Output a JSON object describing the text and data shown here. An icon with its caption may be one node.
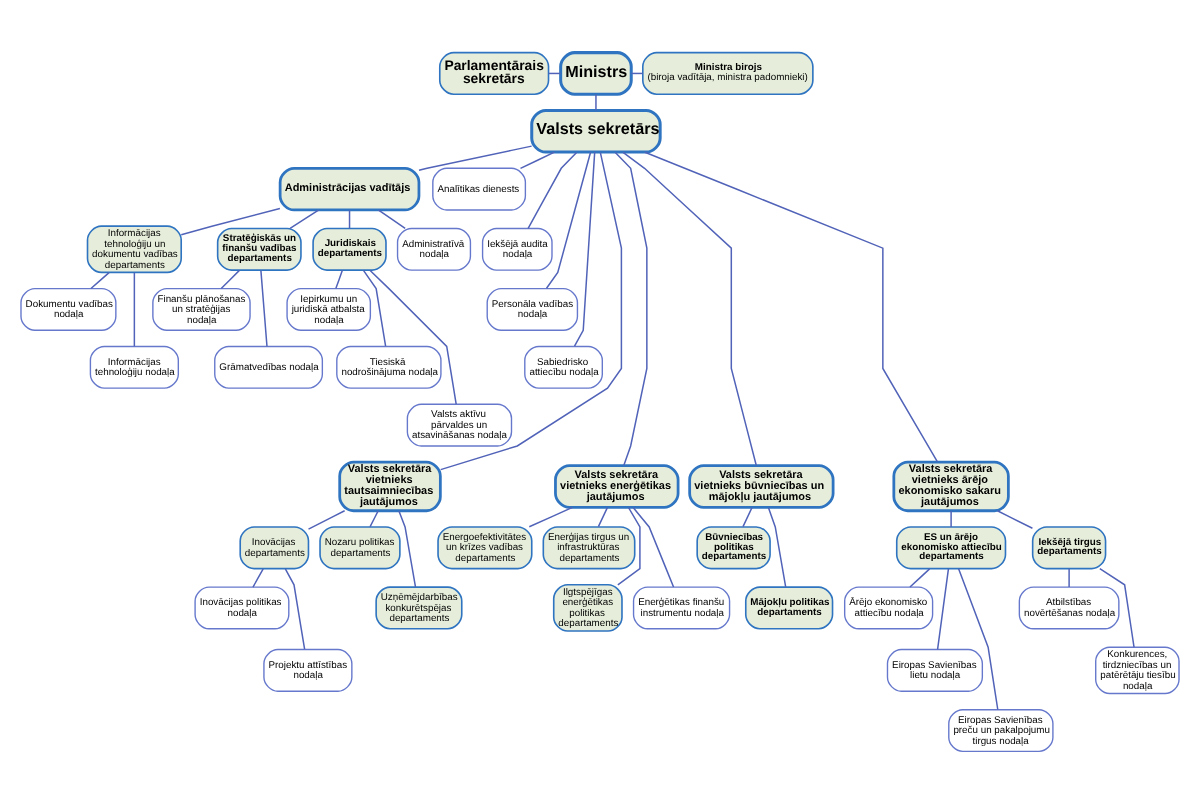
{
  "diagram": {
    "nodes": [
      {
        "text": [
          "Ministrs"
        ]
      },
      {
        "text": [
          "Parlamentārais sekretārs"
        ]
      },
      {
        "text": [
          "Ministra birojs",
          "(biroja vadītāja, ministra padomnieki)"
        ]
      },
      {
        "text": [
          "Valsts sekretārs"
        ]
      },
      {
        "text": [
          "Administrācijas vadītājs"
        ]
      },
      {
        "text": [
          "Informācijas tehnoloģiju un dokumentu vadības departaments"
        ]
      },
      {
        "text": [
          "Dokumentu vadības nodaļa"
        ]
      },
      {
        "text": [
          "Informācijas tehnoloģiju nodaļa"
        ]
      },
      {
        "text": [
          "Stratēģiskās un finanšu vadības departaments"
        ]
      },
      {
        "text": [
          "Finanšu plānošanas un stratēģijas nodaļa"
        ]
      },
      {
        "text": [
          "Grāmatvedības nodaļa"
        ]
      },
      {
        "text": [
          "Juridiskais departaments"
        ]
      },
      {
        "text": [
          "Iepirkumu un juridiskā atbalsta nodaļa"
        ]
      },
      {
        "text": [
          "Tiesiskā nodrošinājuma nodaļa"
        ]
      },
      {
        "text": [
          "Valsts aktīvu pārvaldes un atsavināšanas nodaļa"
        ]
      },
      {
        "text": [
          "Administratīvā nodaļa"
        ]
      },
      {
        "text": [
          "Analītikas dienests"
        ]
      },
      {
        "text": [
          "Iekšējā audita nodaļa"
        ]
      },
      {
        "text": [
          "Personāla vadības nodaļa"
        ]
      },
      {
        "text": [
          "Sabiedrisko attiecību nodaļa"
        ]
      },
      {
        "text": [
          "Valsts sekretāra vietnieks tautsaimniecības jautājumos"
        ]
      },
      {
        "text": [
          "Inovācijas departaments"
        ]
      },
      {
        "text": [
          "Nozaru politikas departaments"
        ]
      },
      {
        "text": [
          "Uzņēmējdarbības konkurētspējas departaments"
        ]
      },
      {
        "text": [
          "Inovācijas politikas nodaļa"
        ]
      },
      {
        "text": [
          "Projektu attīstības nodaļa"
        ]
      },
      {
        "text": [
          "Valsts sekretāra vietnieks enerģētikas jautājumos"
        ]
      },
      {
        "text": [
          "Energoefektivitātes un krīzes vadības departaments"
        ]
      },
      {
        "text": [
          "Enerģijas tirgus un infrastruktūras departaments"
        ]
      },
      {
        "text": [
          "Ilgtspējīgas enerģētikas politikas departaments"
        ]
      },
      {
        "text": [
          "Enerģētikas finanšu instrumentu nodaļa"
        ]
      },
      {
        "text": [
          "Valsts sekretāra vietnieks būvniecības un mājokļu jautājumos"
        ]
      },
      {
        "text": [
          "Būvniecības politikas departaments"
        ]
      },
      {
        "text": [
          "Mājokļu politikas departaments"
        ]
      },
      {
        "text": [
          "Valsts sekretāra vietnieks ārējo ekonomisko sakaru jautājumos"
        ]
      },
      {
        "text": [
          "ES un ārējo ekonomisko attiecību departaments"
        ]
      },
      {
        "text": [
          "Iekšējā tirgus departaments"
        ]
      },
      {
        "text": [
          "Ārējo ekonomisko attiecību nodaļa"
        ]
      },
      {
        "text": [
          "Eiropas Savienības lietu nodaļa"
        ]
      },
      {
        "text": [
          "Eiropas Savienības preču un pakalpojumu tirgus nodaļa"
        ]
      },
      {
        "text": [
          "Atbilstības novērtēšanas nodaļa"
        ]
      },
      {
        "text": [
          "Konkurences, tirdzniecības un patērētāju tiesību nodaļa"
        ]
      }
    ],
    "edges": [
      {
        "from": 1,
        "to": 0,
        "arrow": "none"
      },
      {
        "from": 0,
        "to": 2,
        "arrow": "none"
      },
      {
        "from": 0,
        "to": 3,
        "arrow": "none"
      },
      {
        "from": 3,
        "to": 4,
        "arrow": "none"
      },
      {
        "from": 3,
        "to": 16,
        "arrow": "none"
      },
      {
        "from": 3,
        "to": 17,
        "arrow": "none"
      },
      {
        "from": 3,
        "to": 18,
        "arrow": "none"
      },
      {
        "from": 3,
        "to": 19,
        "arrow": "none"
      },
      {
        "from": 3,
        "to": 20,
        "arrow": "none"
      },
      {
        "from": 3,
        "to": 26,
        "arrow": "none"
      },
      {
        "from": 3,
        "to": 31,
        "arrow": "none"
      },
      {
        "from": 3,
        "to": 34,
        "arrow": "none"
      },
      {
        "from": 4,
        "to": 5,
        "arrow": "none"
      },
      {
        "from": 4,
        "to": 8,
        "arrow": "none"
      },
      {
        "from": 4,
        "to": 11,
        "arrow": "none"
      },
      {
        "from": 4,
        "to": 15,
        "arrow": "none"
      },
      {
        "from": 5,
        "to": 6,
        "arrow": "none"
      },
      {
        "from": 5,
        "to": 7,
        "arrow": "none"
      },
      {
        "from": 8,
        "to": 9,
        "arrow": "none"
      },
      {
        "from": 8,
        "to": 10,
        "arrow": "none"
      },
      {
        "from": 11,
        "to": 12,
        "arrow": "none"
      },
      {
        "from": 11,
        "to": 13,
        "arrow": "none"
      },
      {
        "from": 11,
        "to": 14,
        "arrow": "none"
      },
      {
        "from": 20,
        "to": 21,
        "arrow": "none"
      },
      {
        "from": 20,
        "to": 22,
        "arrow": "none"
      },
      {
        "from": 20,
        "to": 23,
        "arrow": "none"
      },
      {
        "from": 21,
        "to": 24,
        "arrow": "none"
      },
      {
        "from": 21,
        "to": 25,
        "arrow": "none"
      },
      {
        "from": 26,
        "to": 27,
        "arrow": "none"
      },
      {
        "from": 26,
        "to": 28,
        "arrow": "none"
      },
      {
        "from": 26,
        "to": 29,
        "arrow": "none"
      },
      {
        "from": 26,
        "to": 30,
        "arrow": "none"
      },
      {
        "from": 31,
        "to": 32,
        "arrow": "none"
      },
      {
        "from": 31,
        "to": 33,
        "arrow": "none"
      },
      {
        "from": 34,
        "to": 35,
        "arrow": "none"
      },
      {
        "from": 34,
        "to": 36,
        "arrow": "none"
      },
      {
        "from": 35,
        "to": 37,
        "arrow": "none"
      },
      {
        "from": 35,
        "to": 38,
        "arrow": "none"
      },
      {
        "from": 35,
        "to": 39,
        "arrow": "none"
      },
      {
        "from": 36,
        "to": 40,
        "arrow": "none"
      },
      {
        "from": 36,
        "to": 41,
        "arrow": "none"
      }
    ]
  }
}
